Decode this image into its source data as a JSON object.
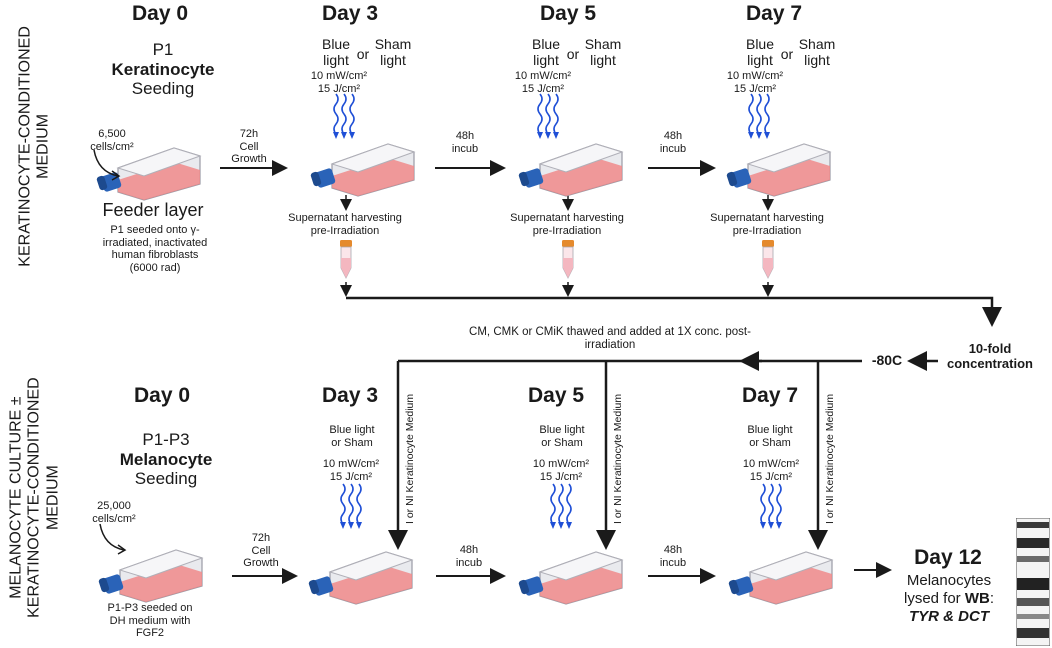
{
  "colors": {
    "arrow": "#1a1a1a",
    "light_waves": "#1f4fd6",
    "flask_cap": "#2a63b8",
    "medium": "#f08a8a",
    "tube_cap": "#e58a2d"
  },
  "top": {
    "side_label": [
      "KERATINOCYTE-CONDITIONED",
      "MEDIUM"
    ],
    "days": [
      "Day 0",
      "Day 3",
      "Day 5",
      "Day 7"
    ],
    "seed_p": "P1",
    "seed_cell": "Keratinocyte",
    "seed_word": "Seeding",
    "density": [
      "6,500",
      "cells/cm²"
    ],
    "feeder_title": "Feeder layer",
    "feeder_desc": [
      "P1 seeded onto γ-",
      "irradiated, inactivated",
      "human fibroblasts",
      "(6000 rad)"
    ],
    "blue": [
      "Blue",
      "light"
    ],
    "or": "or",
    "sham": [
      "Sham",
      "light"
    ],
    "dose": [
      "10 mW/cm²",
      "15 J/cm²"
    ],
    "growth": [
      "72h",
      "Cell",
      "Growth"
    ],
    "incub": [
      "48h",
      "incub"
    ],
    "harvest": [
      "Supernatant harvesting",
      "pre-Irradiation"
    ]
  },
  "middle": {
    "cm_text": [
      "CM, CMK or CMiK thawed and added at 1X conc. post-",
      "irradiation"
    ],
    "freeze": "-80C",
    "concentration": [
      "10-fold",
      "concentration"
    ]
  },
  "bottom": {
    "side_label": [
      "MELANOCYTE CULTURE ±",
      "KERATINOCYTE-CONDITIONED",
      "MEDIUM"
    ],
    "days": [
      "Day 0",
      "Day 3",
      "Day 5",
      "Day 7"
    ],
    "seed_p": "P1-P3",
    "seed_cell": "Melanocyte",
    "seed_word": "Seeding",
    "density": [
      "25,000",
      "cells/cm²"
    ],
    "seed_desc": [
      "P1-P3 seeded on",
      "DH medium with",
      "FGF2"
    ],
    "light": [
      "Blue light",
      "or Sham"
    ],
    "dose": [
      "10 mW/cm²",
      "15 J/cm²"
    ],
    "growth": [
      "72h",
      "Cell",
      "Growth"
    ],
    "incub": [
      "48h",
      "incub"
    ],
    "medium_label": "I or NI Keratinocyte Medium",
    "end_day": "Day 12",
    "end_text1": "Melanocytes",
    "end_text2a": "lysed for ",
    "end_text2b": "WB",
    "end_text2c": ":",
    "end_text3": "TYR & DCT"
  }
}
